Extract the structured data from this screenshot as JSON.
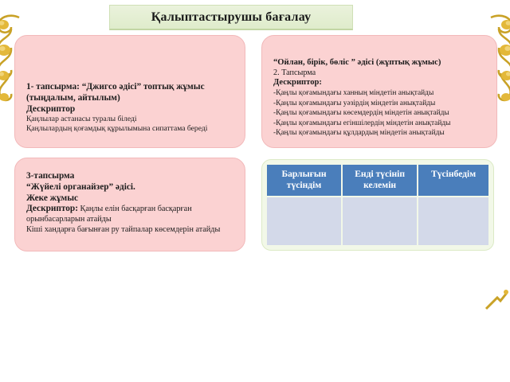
{
  "slide": {
    "title": "Қалыптастырушы бағалау",
    "background_color": "#ffffff",
    "accent_green": "#dfeccb",
    "accent_pink": "#fbd2d2",
    "accent_blue": "#4a7ebb"
  },
  "card1": {
    "heading_line1": "1- тапсырма: “Джигсо әдісі” топтық жұмыс",
    "heading_line2": "(тыңдалым, айтылым)",
    "descriptor_label": "Дескриптор",
    "descriptors": [
      "Қаңлылар астанасы туралы біледі",
      "Қаңлылардың қоғамдық құрылымына сипаттама береді"
    ]
  },
  "card2": {
    "heading": "“Ойлан, бірік, бөліс ” әдісі (жұптық жұмыс)",
    "task_number": "2. Тапсырма",
    "descriptor_label": "Дескриптор:",
    "descriptors": [
      "-Қаңлы қоғамындағы ханның міндетін анықтайды",
      "-Қаңлы қоғамындағы уәзірдің міндетін анықтайды",
      "-Қаңлы қоғамындағы көсемдердің міндетін анықтайды",
      "-Қаңлы қоғамындағы егіншілердің міндетін анықтайды",
      "-Қаңлы қоғамындағы құлдардың міндетін анықтайды"
    ]
  },
  "card3": {
    "task_number": "3-тапсырма",
    "method": "“Жүйелі органайзер” әдісі.",
    "work_type": "Жеке жұмыс",
    "descriptor_label": "Дескриптор:",
    "descriptor_text": "Қаңлы елін басқарған басқарған орынбасарларын атайды",
    "extra_text": "Кіші хандарға бағынған ру тайпалар көсемдерін атайды"
  },
  "eval_table": {
    "columns": [
      "Барлығын түсіндім",
      "Енді түсініп келемін",
      "Түсінбедім"
    ],
    "rows": [
      [
        "",
        "",
        ""
      ]
    ]
  },
  "icons": {
    "ornament_left": "gold-swirl-ornament",
    "ornament_right": "gold-swirl-ornament",
    "ornament_corner": "gold-corner-mark"
  }
}
